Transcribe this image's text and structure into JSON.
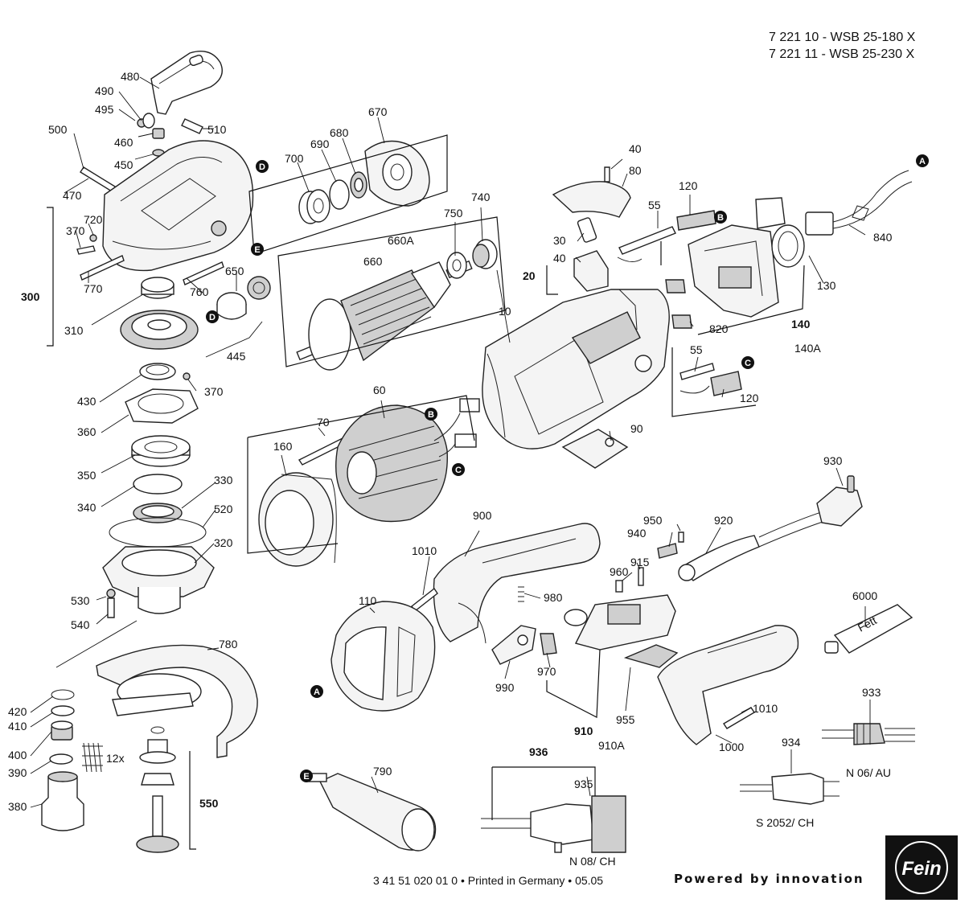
{
  "header": {
    "line1": "7 221 10 - WSB 25-180 X",
    "line2": "7 221 11 - WSB 25-230 X"
  },
  "footer": {
    "print_info": "3 41 51 020 01 0 • Printed in Germany • 05.05",
    "tagline": "Powered by innovation",
    "logo_text": "Fein"
  },
  "part_labels": {
    "p10": "10",
    "p20": "20",
    "p30": "30",
    "p40a": "40",
    "p40b": "40",
    "p55a": "55",
    "p55b": "55",
    "p60": "60",
    "p70": "70",
    "p80": "80",
    "p90": "90",
    "p110": "110",
    "p120a": "120",
    "p120b": "120",
    "p130": "130",
    "p140": "140",
    "p140a": "140A",
    "p160": "160",
    "p300": "300",
    "p310": "310",
    "p320": "320",
    "p330": "330",
    "p340": "340",
    "p350": "350",
    "p360": "360",
    "p370a": "370",
    "p370b": "370",
    "p380": "380",
    "p390": "390",
    "p400": "400",
    "p410": "410",
    "p420": "420",
    "p430": "430",
    "p445": "445",
    "p450": "450",
    "p460": "460",
    "p470": "470",
    "p480": "480",
    "p490": "490",
    "p495": "495",
    "p500": "500",
    "p510": "510",
    "p520": "520",
    "p530": "530",
    "p540": "540",
    "p550": "550",
    "p650": "650",
    "p660": "660",
    "p660a": "660A",
    "p670": "670",
    "p680": "680",
    "p690": "690",
    "p700": "700",
    "p720": "720",
    "p740": "740",
    "p750": "750",
    "p760": "760",
    "p770": "770",
    "p780": "780",
    "p790": "790",
    "p820": "820",
    "p840": "840",
    "p900": "900",
    "p910": "910",
    "p910a": "910A",
    "p915": "915",
    "p920": "920",
    "p930": "930",
    "p933": "933",
    "p934": "934",
    "p935": "935",
    "p936": "936",
    "p940": "940",
    "p950": "950",
    "p955": "955",
    "p960": "960",
    "p970": "970",
    "p980": "980",
    "p990": "990",
    "p1000": "1000",
    "p1010a": "1010",
    "p1010b": "1010",
    "p6000": "6000",
    "qty12x": "12x"
  },
  "plug_notes": {
    "n06": "N 06/ AU",
    "s2052": "S 2052/ CH",
    "n08": "N 08/ CH",
    "fett": "Fett"
  },
  "markers": {
    "a": "A",
    "b": "B",
    "c": "C",
    "d": "D",
    "e": "E"
  }
}
